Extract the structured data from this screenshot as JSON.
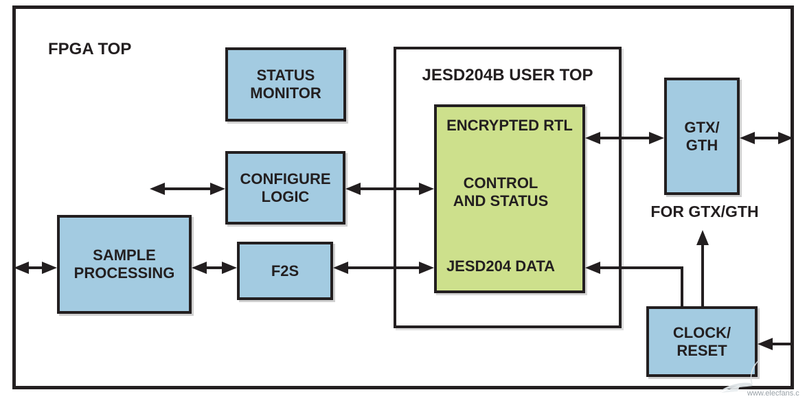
{
  "diagram": {
    "outer_label": "FPGA TOP",
    "container_title": "JESD204B USER TOP",
    "blocks": {
      "status_monitor": {
        "line1": "STATUS",
        "line2": "MONITOR"
      },
      "configure_logic": {
        "line1": "CONFIGURE",
        "line2": "LOGIC"
      },
      "sample_processing": {
        "line1": "SAMPLE",
        "line2": "PROCESSING"
      },
      "f2s": {
        "line1": "F2S"
      },
      "gtx_gth": {
        "line1": "GTX/",
        "line2": "GTH"
      },
      "clock_reset": {
        "line1": "CLOCK/",
        "line2": "RESET"
      }
    },
    "encrypted_block": {
      "title": "ENCRYPTED RTL",
      "control_line1": "CONTROL",
      "control_line2": "AND STATUS",
      "data_label": "JESD204 DATA"
    },
    "annotations": {
      "for_gtx_gth": "FOR GTX/GTH"
    },
    "watermark": {
      "text": "www.elecfans.c"
    },
    "colors": {
      "blue": "#A3CBE1",
      "green": "#CDE08C",
      "line": "#231F20",
      "watermark_gray": "#9AA2A8"
    }
  }
}
